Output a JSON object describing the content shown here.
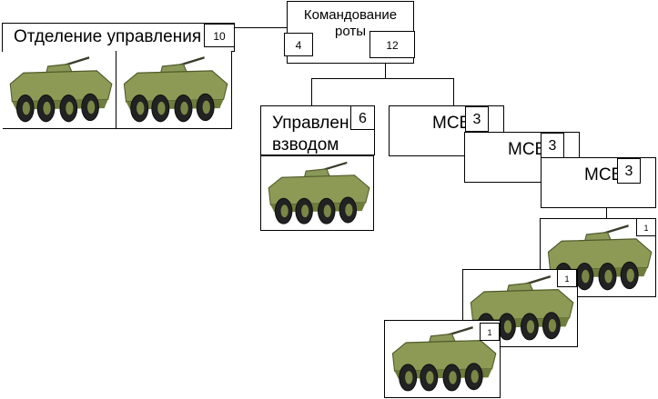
{
  "company_command": {
    "title": "Командование роты",
    "left_num": "4",
    "right_num": "12"
  },
  "control_section": {
    "title": "Отделение управления",
    "num": "10"
  },
  "platoon_control": {
    "title_line1": "Управлени",
    "title_line2": "взводом",
    "num": "6"
  },
  "msv": [
    {
      "label": "МСВ",
      "num": "3"
    },
    {
      "label": "МСВ",
      "num": "3"
    },
    {
      "label": "МСВ",
      "num": "3"
    }
  ],
  "vehicle_numbers": [
    "1",
    "1",
    "1"
  ],
  "icons": {
    "vehicle": "btr-apc-icon"
  },
  "colors": {
    "armor": "#7f8c4a",
    "armor_dark": "#4f5a2a",
    "tire": "#222222"
  }
}
